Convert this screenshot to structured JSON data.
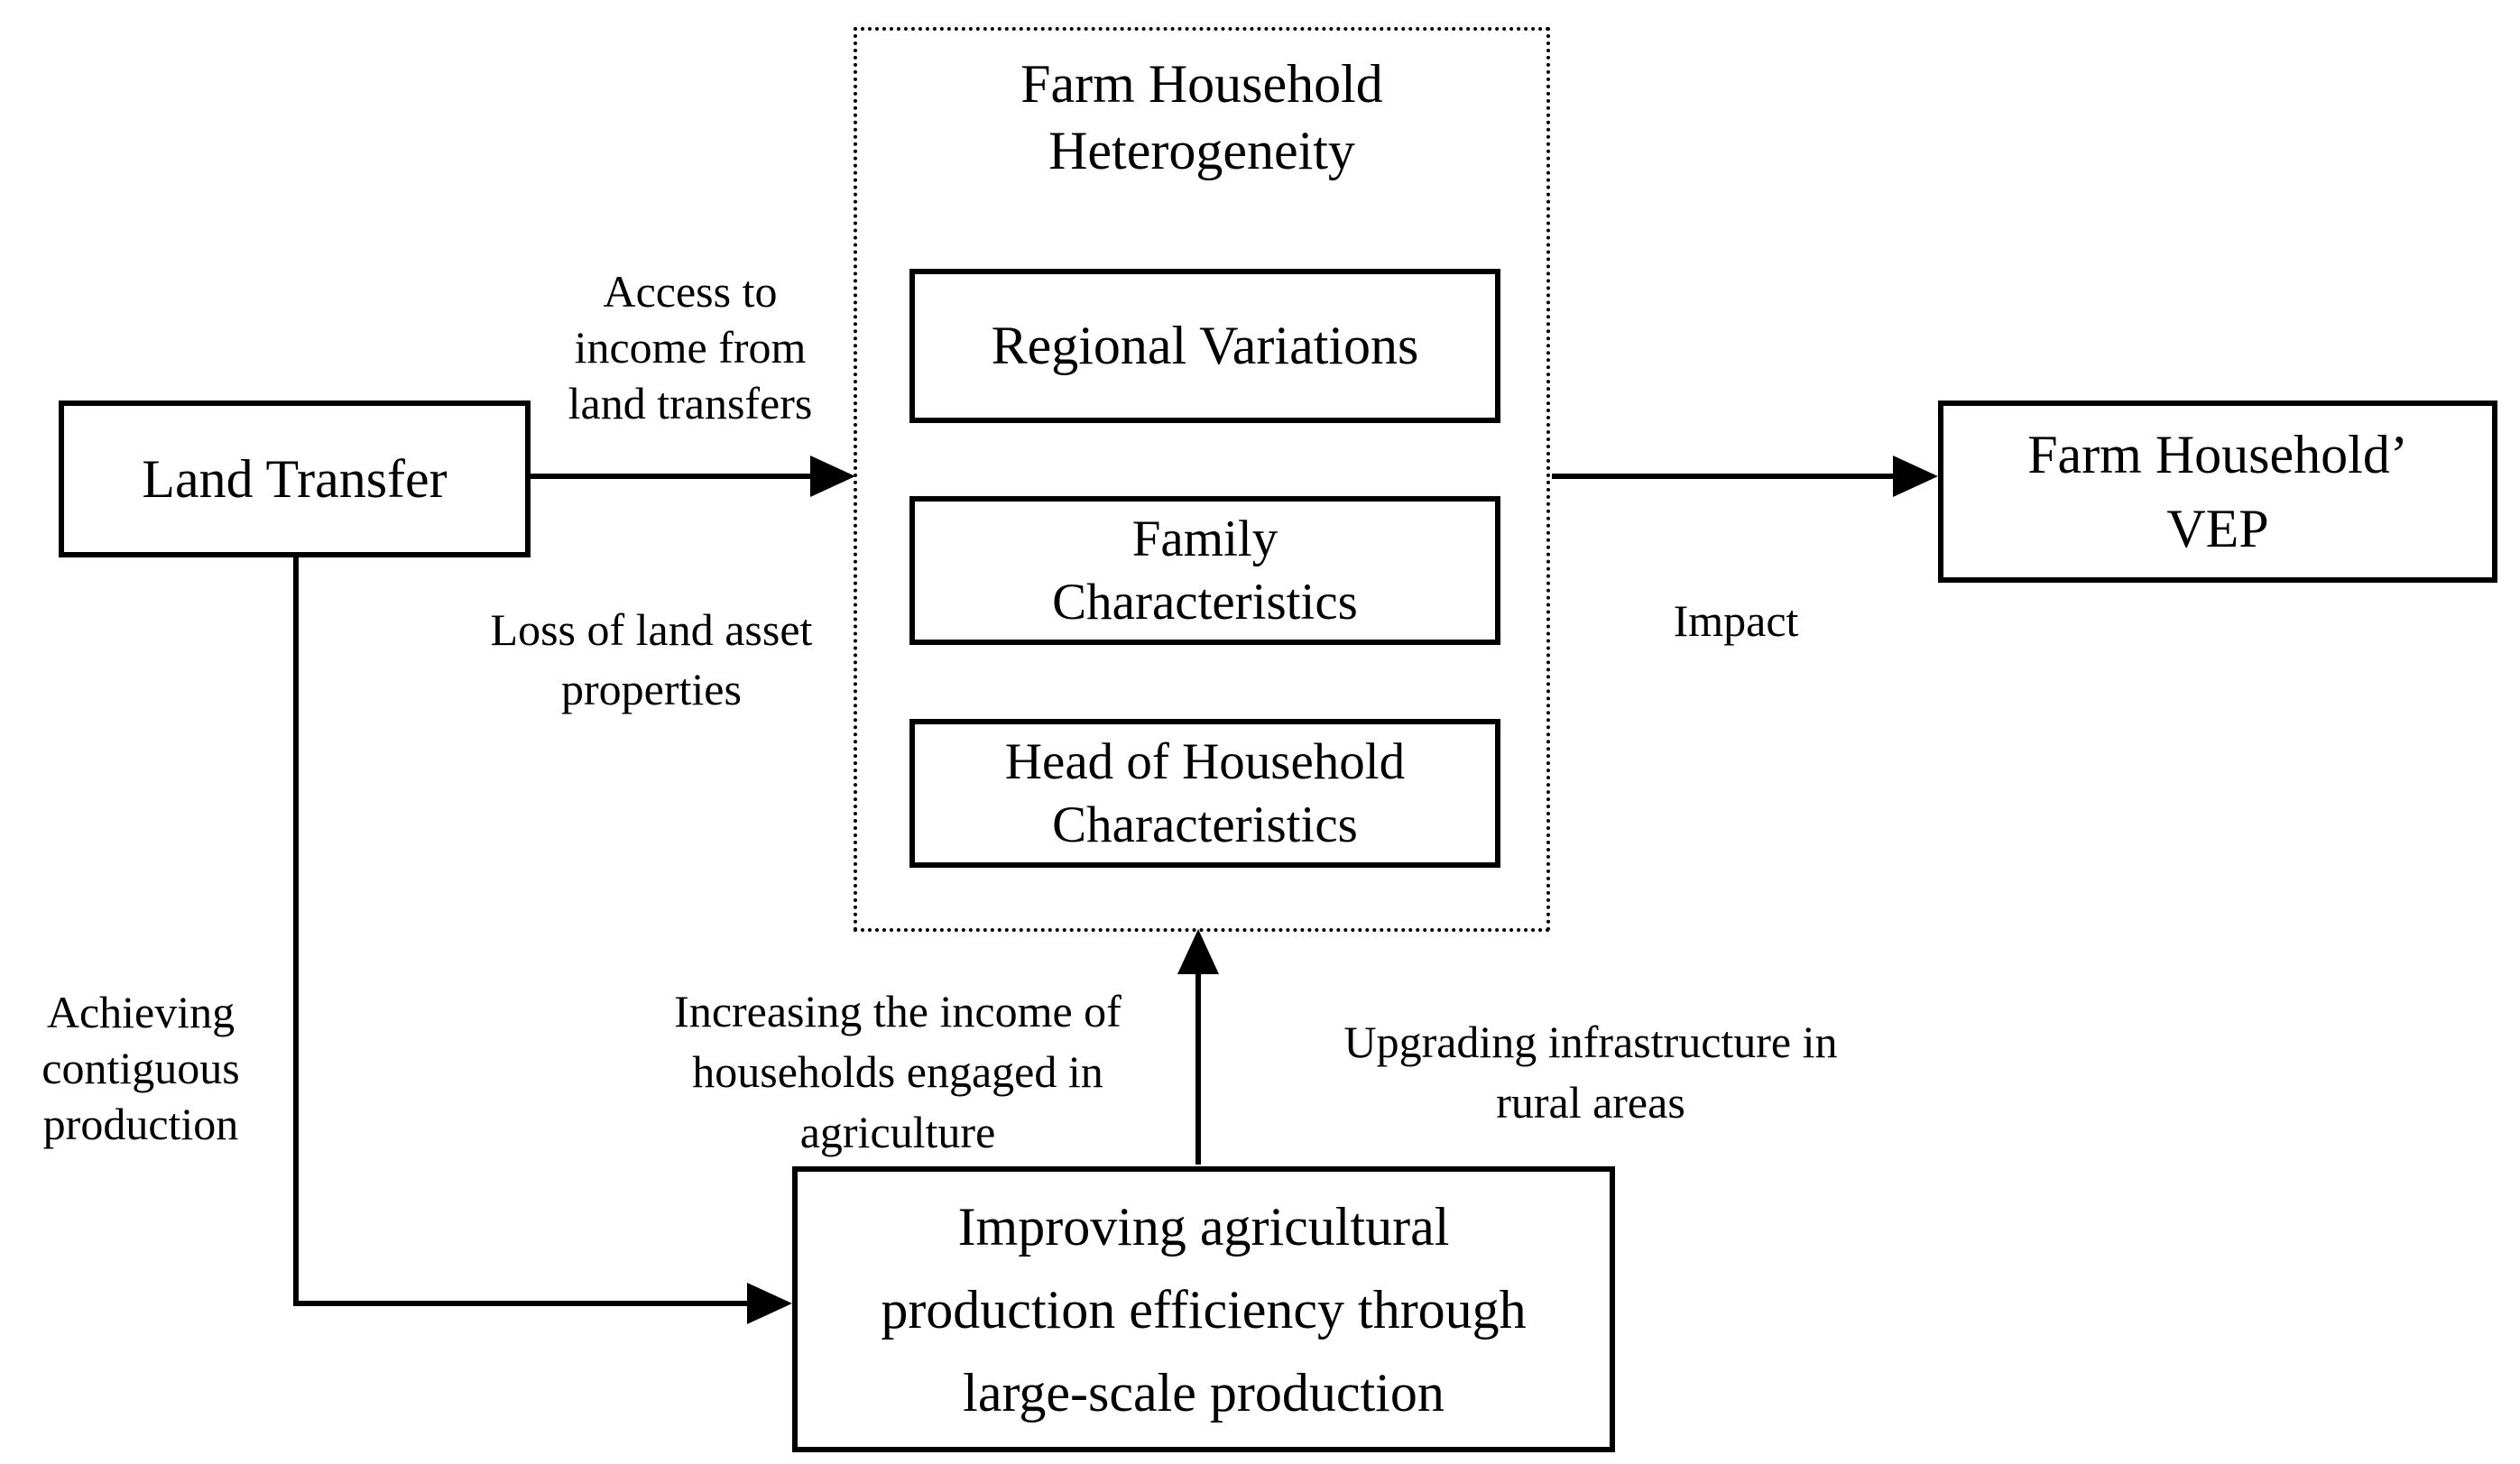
{
  "figure": {
    "bg": "#ffffff",
    "ink": "#000000"
  },
  "nodes": {
    "land_transfer": "Land Transfer",
    "group_title": "Farm Household\nHeterogeneity",
    "regional_variations": "Regional Variations",
    "family_characteristics": "Family\nCharacteristics",
    "head_of_household_characteristics": "Head of Household\nCharacteristics",
    "farm_household_vep": "Farm Household’\nVEP",
    "improving_efficiency": "Improving agricultural\nproduction efficiency through\nlarge-scale production"
  },
  "edge_labels": {
    "access_income": "Access to\nincome from\nland transfers",
    "loss_land_asset": "Loss of land asset\nproperties",
    "impact": "Impact",
    "achieving_contiguous": "Achieving\ncontiguous\nproduction",
    "increasing_income": "Increasing the income of\nhouseholds engaged in\nagriculture",
    "upgrading_infrastructure": "Upgrading infrastructure in\nrural areas"
  }
}
